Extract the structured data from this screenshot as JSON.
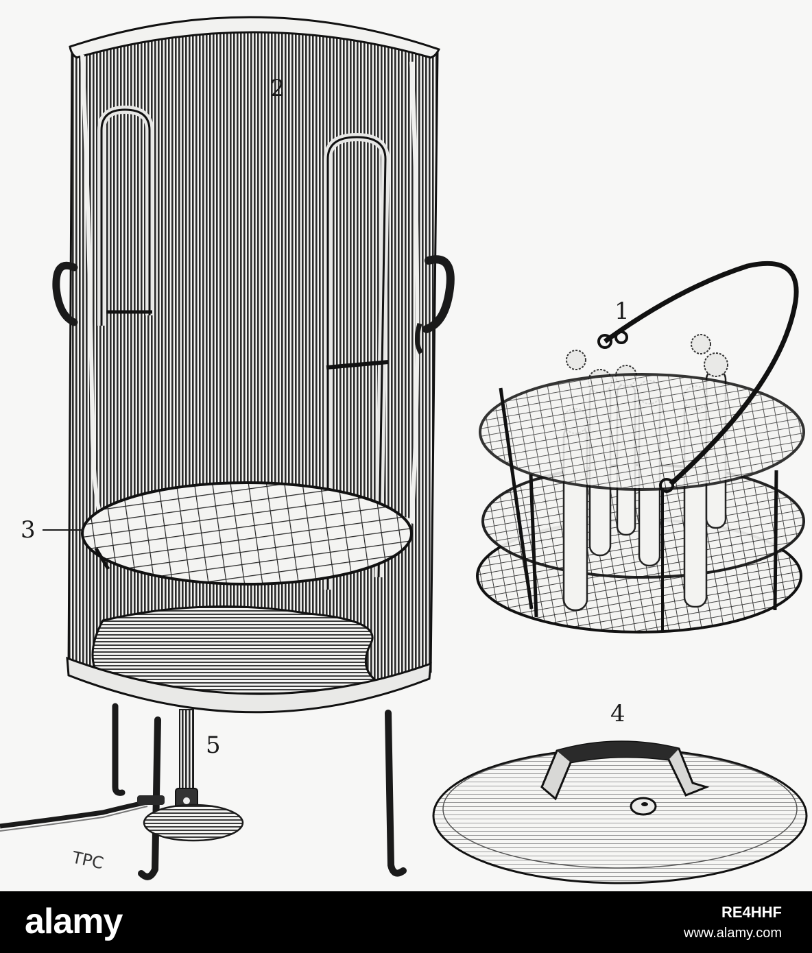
{
  "figure": {
    "labels": {
      "basket": "1",
      "cylinder": "2",
      "grid_shelf": "3",
      "lid": "4",
      "burner": "5"
    },
    "signature": "TPC"
  },
  "footer": {
    "brand": "alamy",
    "image_id": "RE4HHF",
    "url": "www.alamy.com"
  },
  "colors": {
    "ink": "#1a1a1a",
    "paper": "#f7f7f6",
    "footer_bg": "#000000",
    "footer_text": "#ffffff"
  }
}
